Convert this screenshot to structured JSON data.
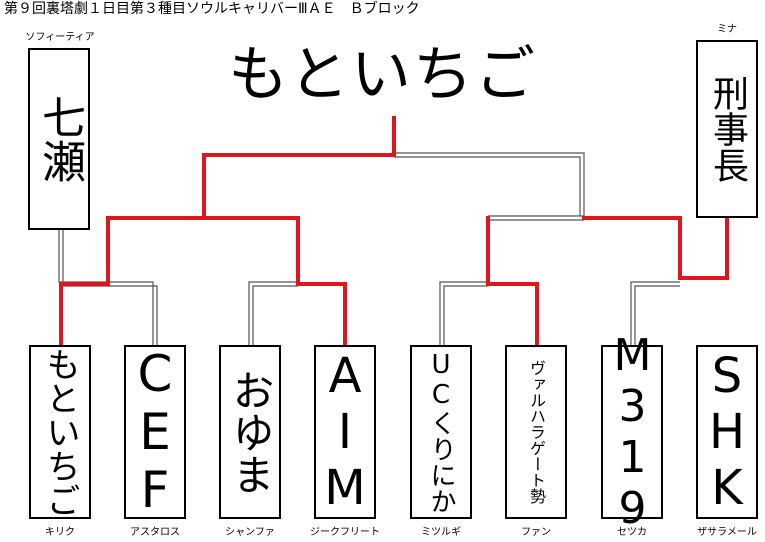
{
  "title": "第９回裏塔劇１日目第３種目ソウルキャリバーⅢＡＥ　Ｂブロック",
  "winner": "もといちご",
  "seeds": [
    {
      "name": "七瀬",
      "player": "ソフィーティア"
    },
    {
      "name": "刑事長",
      "player": "ミナ"
    }
  ],
  "teams": [
    {
      "name": "もといちご",
      "player": "キリク"
    },
    {
      "name": "CEF",
      "player": "アスタロス"
    },
    {
      "name": "おゆま",
      "player": "シャンファ"
    },
    {
      "name": "AIM",
      "player": "ジークフリート"
    },
    {
      "name": "UCくりにか",
      "player": "ミツルギ"
    },
    {
      "name": "ヴァルハラゲート勢",
      "player": "ファン"
    },
    {
      "name": "M319",
      "player": "セツカ"
    },
    {
      "name": "SHK",
      "player": "ザサラメール"
    }
  ],
  "colors": {
    "win_line": "#e0161e",
    "loss_line": "#555555"
  }
}
